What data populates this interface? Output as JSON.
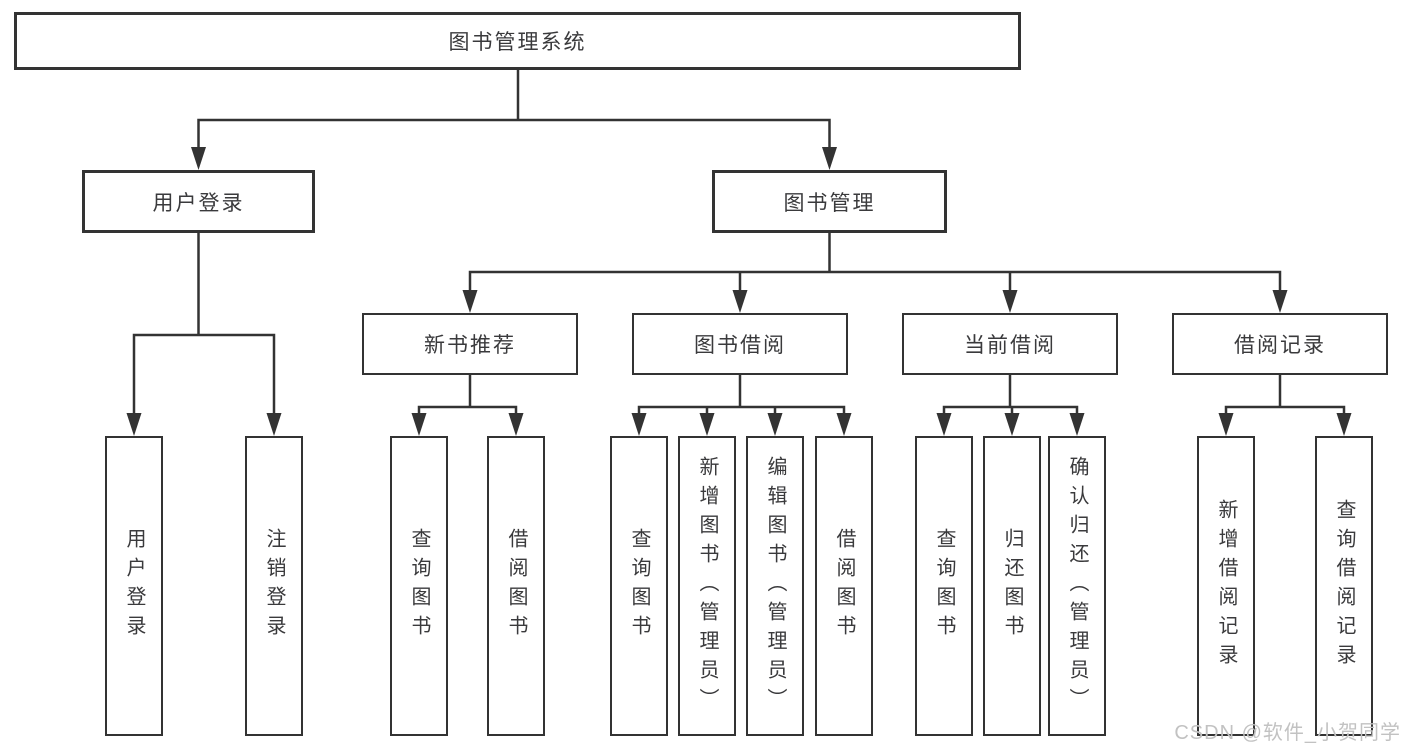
{
  "diagram_title": "图书管理系统",
  "colors": {
    "line": "#333333",
    "text": "#3a3a3c",
    "box_fill": "#ffffff",
    "background": "#ffffff",
    "watermark": "#c2c2c2"
  },
  "tree": {
    "root": {
      "label": "图书管理系统"
    },
    "branches": [
      {
        "label": "用户登录",
        "children": [
          {
            "label": "用户登录"
          },
          {
            "label": "注销登录"
          }
        ]
      },
      {
        "label": "图书管理",
        "children": [
          {
            "label": "新书推荐",
            "children": [
              {
                "label": "查询图书"
              },
              {
                "label": "借阅图书"
              }
            ]
          },
          {
            "label": "图书借阅",
            "children": [
              {
                "label": "查询图书"
              },
              {
                "label": "新增图书（管理员）"
              },
              {
                "label": "编辑图书（管理员）"
              },
              {
                "label": "借阅图书"
              }
            ]
          },
          {
            "label": "当前借阅",
            "children": [
              {
                "label": "查询图书"
              },
              {
                "label": "归还图书"
              },
              {
                "label": "确认归还（管理员）"
              }
            ]
          },
          {
            "label": "借阅记录",
            "children": [
              {
                "label": "新增借阅记录"
              },
              {
                "label": "查询借阅记录"
              }
            ]
          }
        ]
      }
    ]
  },
  "watermark": {
    "text": "CSDN @软件_小贺同学"
  }
}
